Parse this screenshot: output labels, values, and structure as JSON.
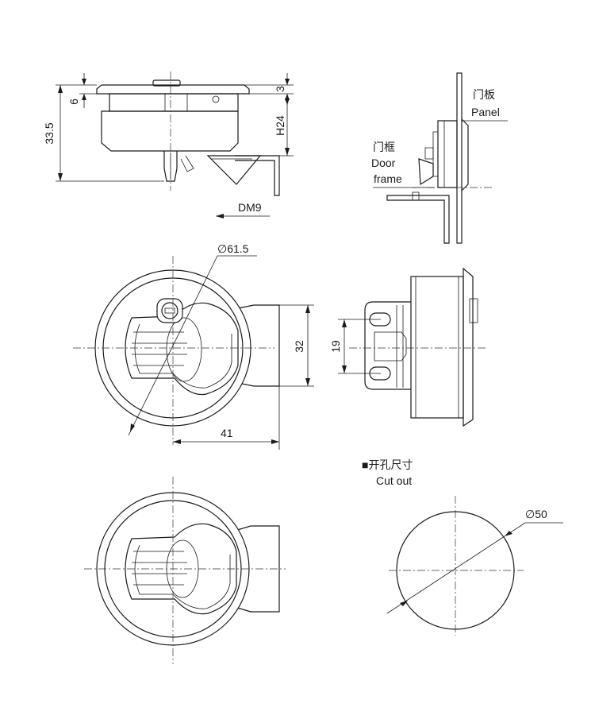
{
  "dimensions": {
    "top_height": "33.5",
    "flange": "6",
    "flange_thk": "3",
    "handle_height": "H24",
    "screw": "DM9",
    "outer_dia": "∅61.5",
    "body_width": "32",
    "depth": "41",
    "slot_pitch": "19",
    "cutout_dia": "∅50"
  },
  "labels": {
    "panel_cn": "门板",
    "panel_en": "Panel",
    "frame_cn": "门框",
    "frame_en1": "Door",
    "frame_en2": "frame",
    "cutout_cn": "■开孔尺寸",
    "cutout_en": "Cut out"
  },
  "colors": {
    "line": "#1a1a1a",
    "background": "#ffffff"
  }
}
